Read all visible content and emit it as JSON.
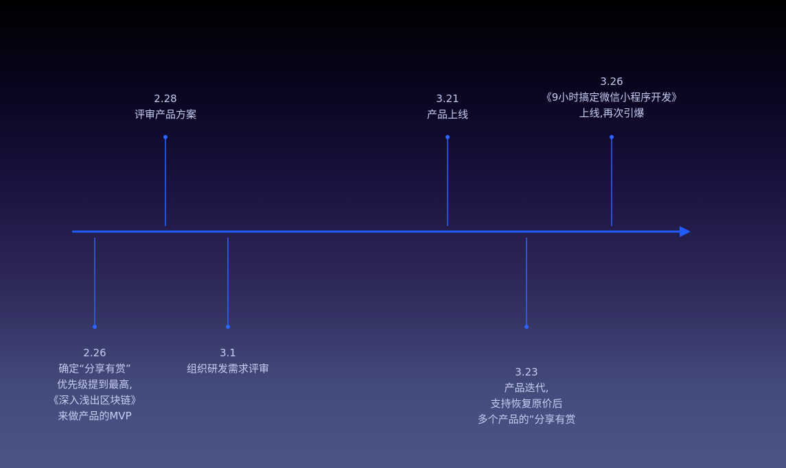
{
  "colors": {
    "axis": "#1f5cff",
    "stem": "#2a66ff",
    "text": "#c5cdf2"
  },
  "milestones": [
    {
      "id": "m-2-26",
      "date": "2.26",
      "lines": [
        "确定“分享有赏”",
        "优先级提到最高,",
        "《深入浅出区块链》",
        "来做产品的MVP"
      ],
      "side": "below"
    },
    {
      "id": "m-2-28",
      "date": "2.28",
      "lines": [
        "评审产品方案"
      ],
      "side": "above"
    },
    {
      "id": "m-3-1",
      "date": "3.1",
      "lines": [
        "组织研发需求评审"
      ],
      "side": "below"
    },
    {
      "id": "m-3-21",
      "date": "3.21",
      "lines": [
        "产品上线"
      ],
      "side": "above"
    },
    {
      "id": "m-3-23",
      "date": "3.23",
      "lines": [
        "产品迭代,",
        "支持恢复原价后",
        "多个产品的“分享有赏"
      ],
      "side": "below"
    },
    {
      "id": "m-3-26",
      "date": "3.26",
      "lines": [
        "《9小时搞定微信小程序开发》",
        "上线,再次引爆"
      ],
      "side": "above"
    }
  ]
}
